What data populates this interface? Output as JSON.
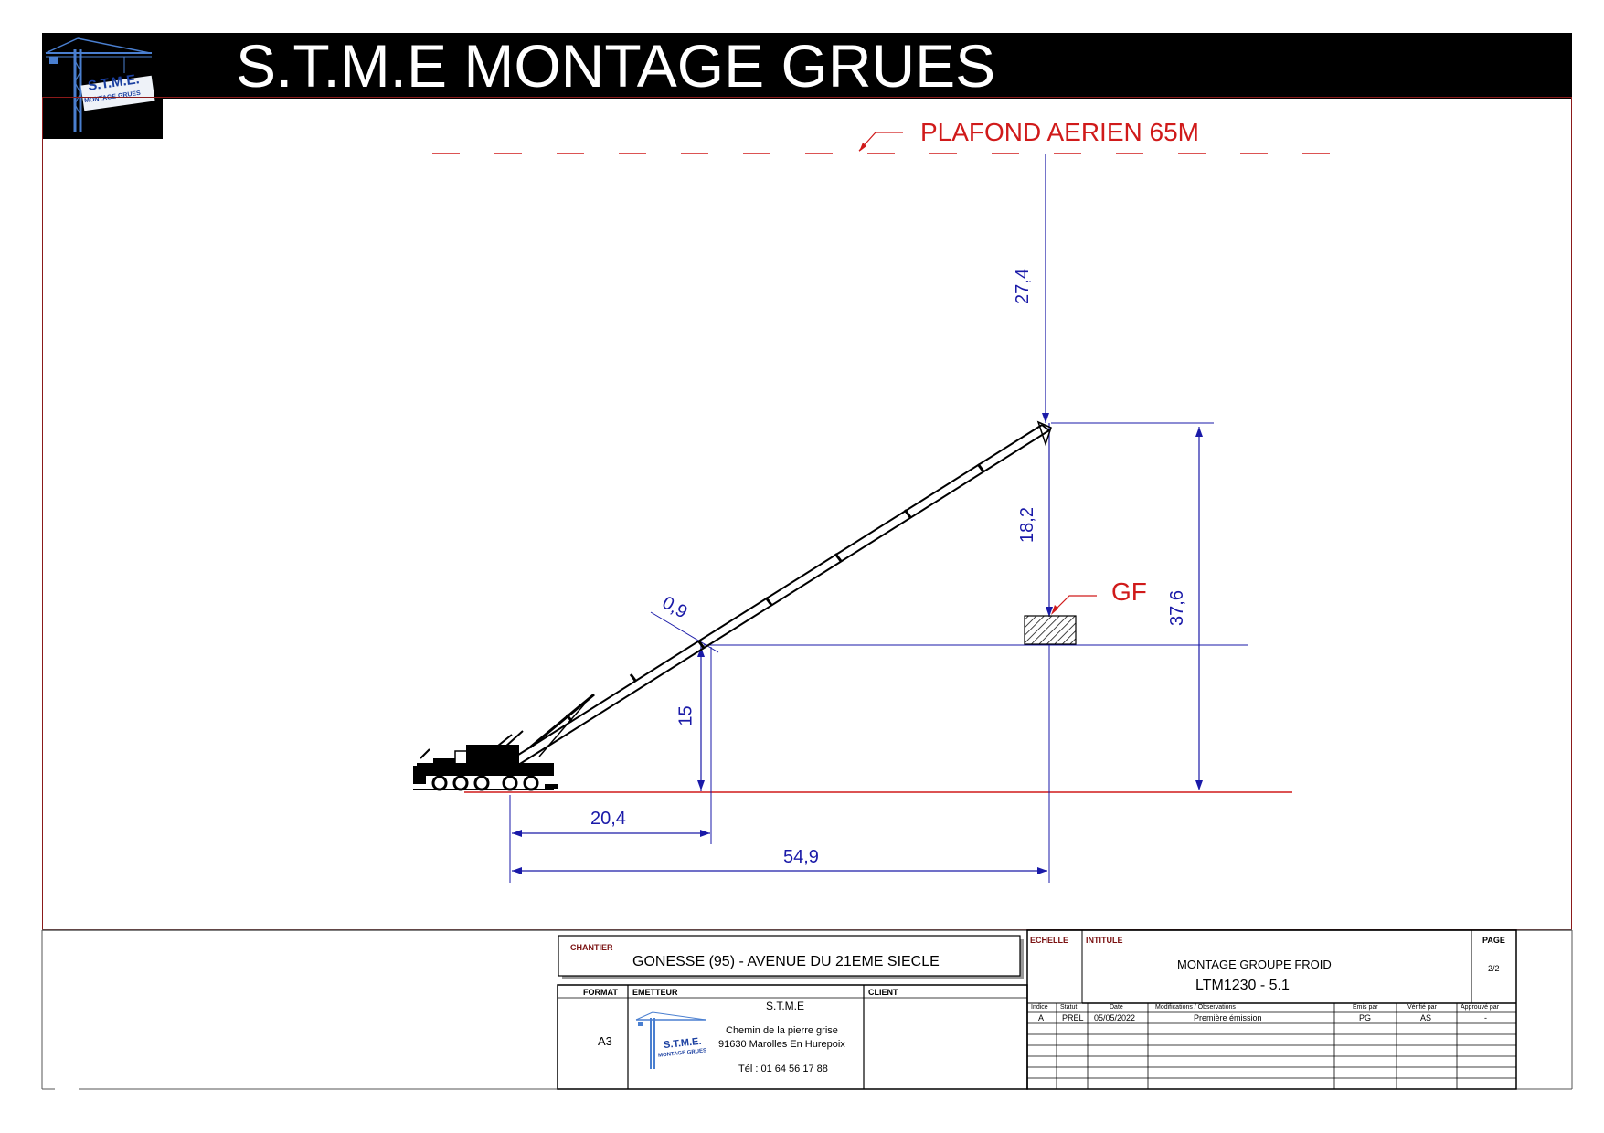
{
  "header": {
    "title": "S.T.M.E MONTAGE GRUES"
  },
  "logo": {
    "text": "S.T.M.E.",
    "subtext": "MONTAGE GRUES"
  },
  "drawing": {
    "ceiling_label": "PLAFOND AERIEN 65M",
    "load_label": "GF",
    "dimensions": {
      "tip_to_ceiling": "27,4",
      "tip_to_load": "18,2",
      "total_height": "37,6",
      "pivot_height": "15",
      "pivot_offset": "0,9",
      "pivot_radius": "20,4",
      "load_radius": "54,9"
    }
  },
  "title_block": {
    "chantier_label": "CHANTIER",
    "chantier_value": "GONESSE (95) - AVENUE DU 21EME SIECLE",
    "format_label": "FORMAT",
    "format_value": "A3",
    "emetteur_label": "EMETTEUR",
    "emetteur_name": "S.T.M.E",
    "emetteur_address1": "Chemin de la pierre grise",
    "emetteur_address2": "91630 Marolles En Hurepoix",
    "emetteur_phone": "Tél : 01 64 56 17 88",
    "client_label": "CLIENT",
    "echelle_label": "ECHELLE",
    "intitule_label": "INTITULE",
    "intitule_line1": "MONTAGE GROUPE FROID",
    "intitule_line2": "LTM1230 - 5.1",
    "page_label": "PAGE",
    "page_value": "2/2",
    "revision_headers": [
      "Indice",
      "Statut",
      "Date",
      "Modifications / Observations",
      "Emis par",
      "Vérifié par",
      "Approuvé par"
    ],
    "revision_row": [
      "A",
      "PREL",
      "05/05/2022",
      "Première émission",
      "PG",
      "AS",
      "-"
    ]
  },
  "colors": {
    "dimension": "#1a1aa8",
    "annotation": "#d01a1a",
    "frame": "#8b1a1a"
  }
}
